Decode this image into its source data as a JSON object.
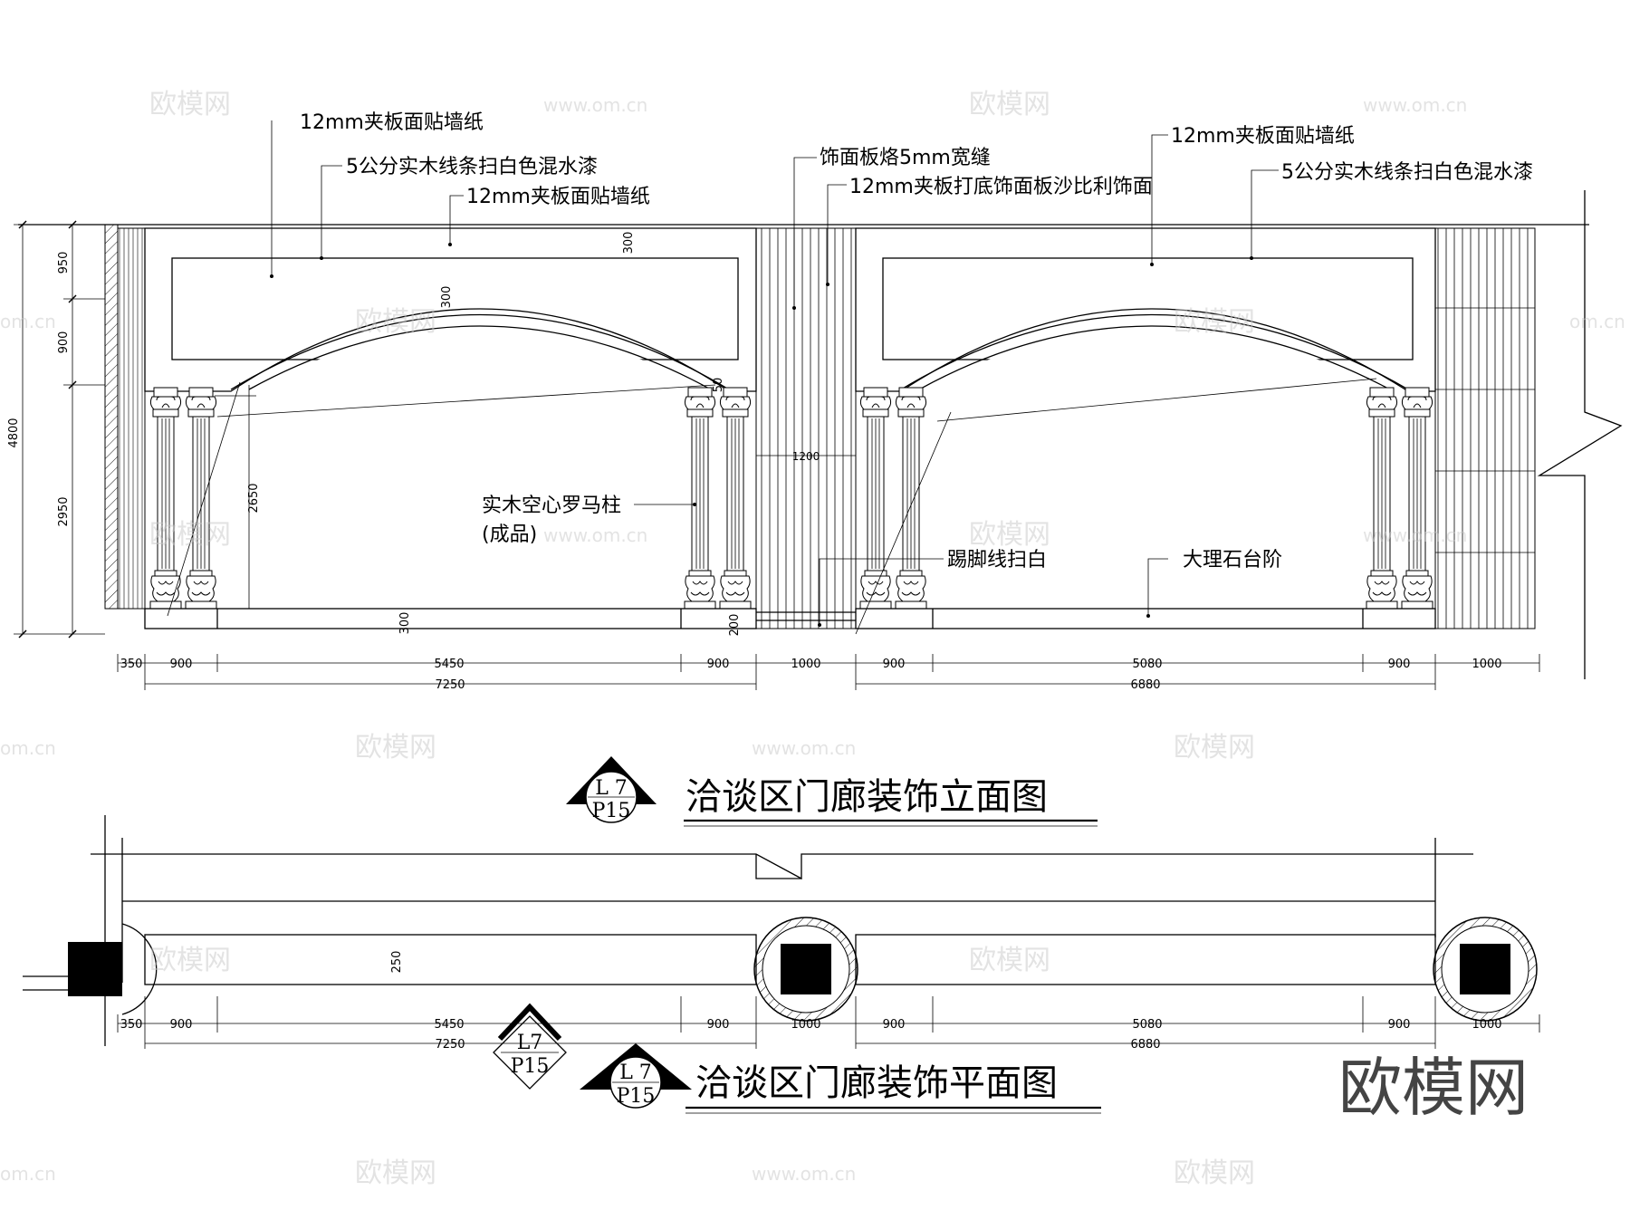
{
  "elevation": {
    "labels": {
      "wallpaper_left_top": "12mm夹板面贴墙纸",
      "molding_left": "5公分实木线条扫白色混水漆",
      "wallpaper_left_2": "12mm夹板面贴墙纸",
      "groove": "饰面板烙5mm宽缝",
      "sapele": "12mm夹板打底饰面板沙比利饰面",
      "wallpaper_right": "12mm夹板面贴墙纸",
      "molding_right": "5公分实木线条扫白色混水漆",
      "column_line1": "实木空心罗马柱",
      "column_line2": "(成品)",
      "baseboard": "踢脚线扫白",
      "marble_step": "大理石台阶"
    },
    "vertical_dims": {
      "total": "4800",
      "top": "950",
      "mid": "900",
      "bottom": "2950",
      "clear": "2650"
    },
    "small_dims": {
      "frame_top": "300",
      "arch_band": "300",
      "side": "50",
      "step_a": "300",
      "step_b": "200",
      "center_gap": "1200"
    },
    "horizontal_dims": [
      "350",
      "900",
      "5450",
      "900",
      "1000",
      "900",
      "5080",
      "900",
      "1000"
    ],
    "totals": [
      "7250",
      "6880"
    ],
    "title": "洽谈区门廊装饰立面图",
    "tag": {
      "top": "L 7",
      "bottom": "P15"
    }
  },
  "plan": {
    "width_dim": "250",
    "horizontal_dims": [
      "350",
      "900",
      "5450",
      "900",
      "1000",
      "900",
      "5080",
      "900",
      "1000"
    ],
    "totals": [
      "7250",
      "6880"
    ],
    "section_tag": {
      "top": "L7",
      "bottom": "P15"
    },
    "title": "洽谈区门廊装饰平面图",
    "tag": {
      "top": "L 7",
      "bottom": "P15"
    }
  },
  "watermark": {
    "name": "欧模网",
    "url": "www.om.cn",
    "url_fragment": "om.cn"
  },
  "logo": "欧模网",
  "colors": {
    "ink": "#000000",
    "watermark": "#c8c8c8",
    "logo": "#444444",
    "paper": "#ffffff"
  }
}
